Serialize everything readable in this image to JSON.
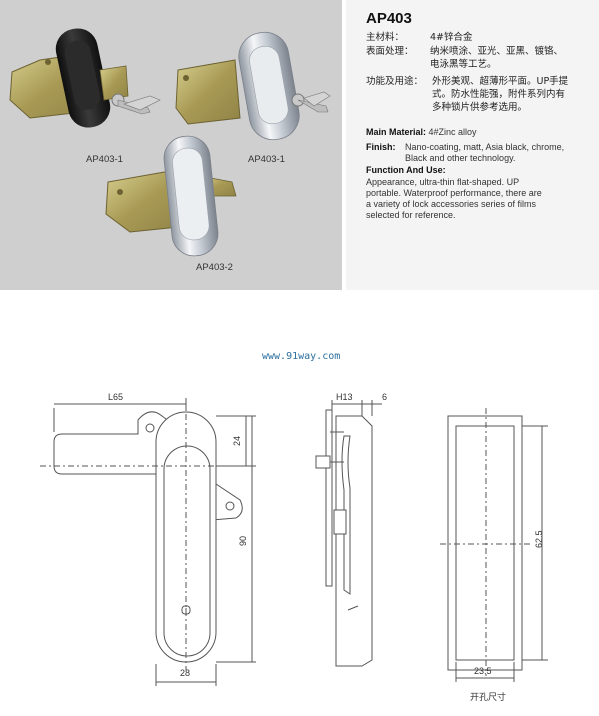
{
  "product": {
    "model": "AP403",
    "cn_material_label": "主材料：",
    "cn_material_value": "4#锌合金",
    "cn_finish_label": "表面处理：",
    "cn_finish_value_1": "纳米喷涂、亚光、亚黑、镀铬、",
    "cn_finish_value_2": "电泳黑等工艺。",
    "cn_function_label": "功能及用途：",
    "cn_function_value_1": "外形美观、超薄形平面。UP手提",
    "cn_function_value_2": "式。防水性能强，附件系列内有",
    "cn_function_value_3": "多种锁片供参考选用。",
    "en_material_label": "Main Material:",
    "en_material_value": "4#Zinc alloy",
    "en_finish_label": "Finish:",
    "en_finish_value_1": "Nano-coating, matt, Asia black, chrome,",
    "en_finish_value_2": "Black and other technology.",
    "en_function_label": "Function And Use:",
    "en_function_value_1": "Appearance, ultra-thin flat-shaped. UP",
    "en_function_value_2": "portable. Waterproof performance, there are",
    "en_function_value_3": "a variety of lock accessories series of films",
    "en_function_value_4": "selected for reference."
  },
  "photos": {
    "caption_1": "AP403-1",
    "caption_2": "AP403-1",
    "caption_3": "AP403-2"
  },
  "website": "www.91way.com",
  "drawing": {
    "dim_l65": "L65",
    "dim_24": "24",
    "dim_90": "90",
    "dim_28": "28",
    "dim_h13": "H13",
    "dim_6": "6",
    "dim_62_5": "62.5",
    "dim_23_5": "23.5",
    "cutout_label": "开孔尺寸"
  },
  "colors": {
    "photo_bg": "#cfcfcf",
    "spec_bg": "#f4f4f4",
    "brass": "#b8ab6a",
    "black_handle": "#1e1e1e",
    "chrome": "#d9dde3"
  }
}
